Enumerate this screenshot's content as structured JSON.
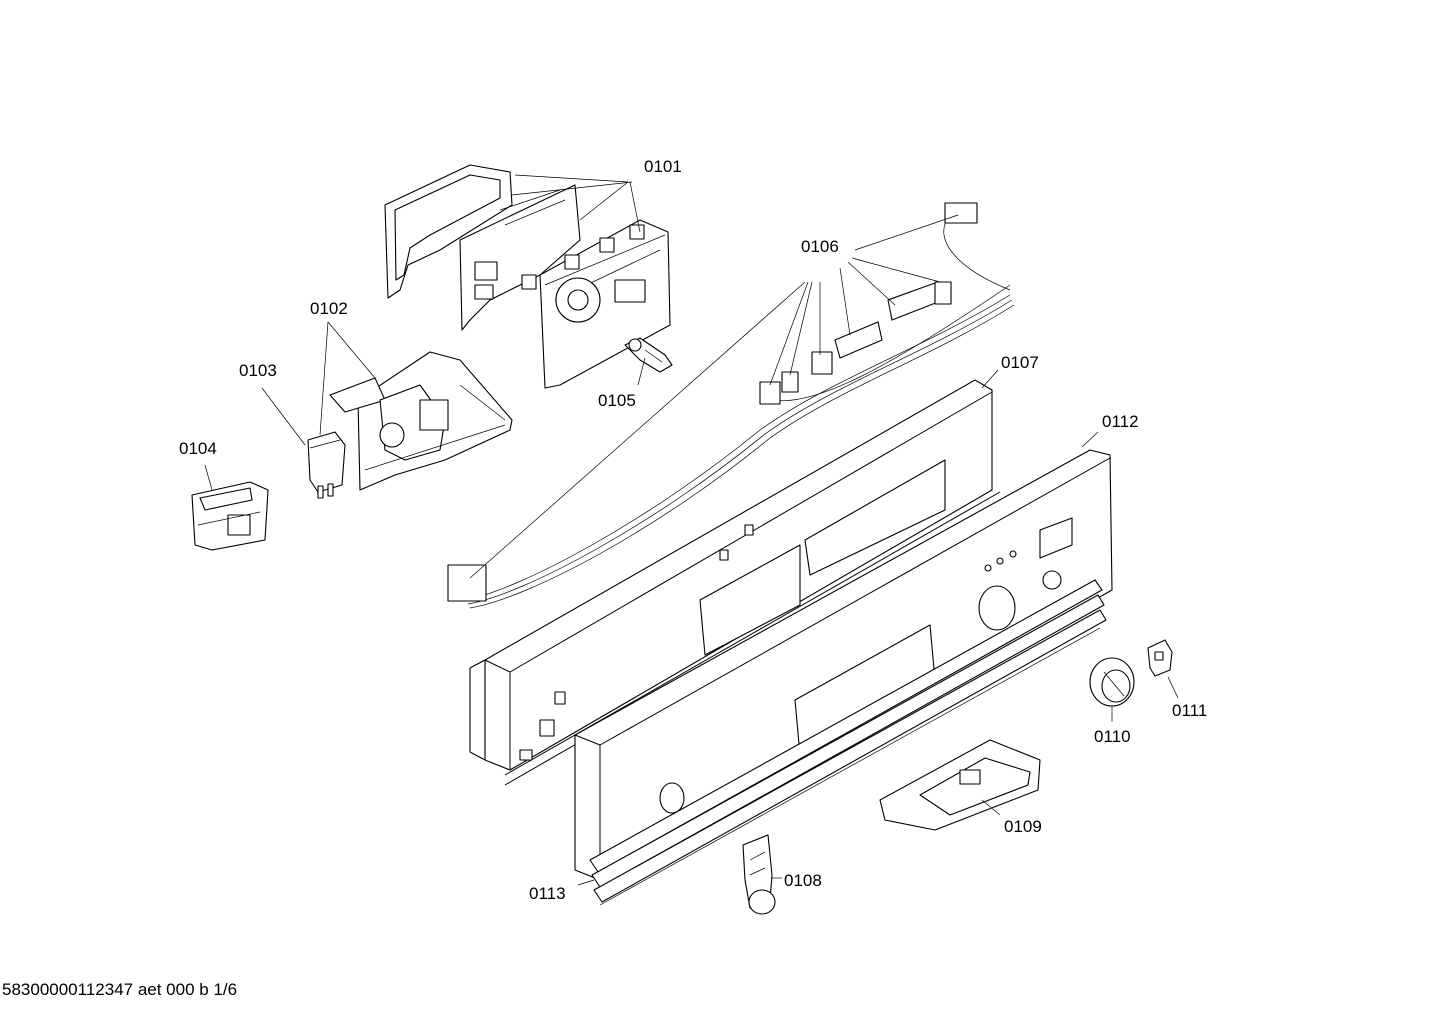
{
  "parts": [
    {
      "id": "0101"
    },
    {
      "id": "0102"
    },
    {
      "id": "0103"
    },
    {
      "id": "0104"
    },
    {
      "id": "0105"
    },
    {
      "id": "0106"
    },
    {
      "id": "0107"
    },
    {
      "id": "0108"
    },
    {
      "id": "0109"
    },
    {
      "id": "0110"
    },
    {
      "id": "0111"
    },
    {
      "id": "0112"
    },
    {
      "id": "0113"
    }
  ],
  "footer": {
    "text": "58300000112347 aet 000 b 1/6"
  }
}
